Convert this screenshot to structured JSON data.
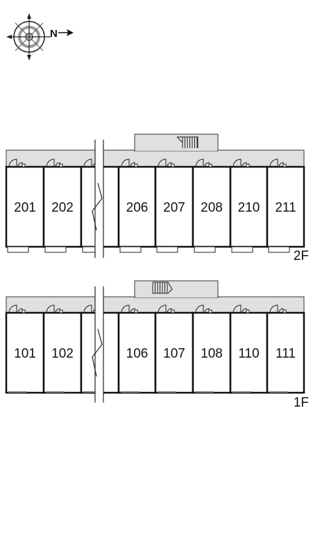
{
  "compass": {
    "north_label": "N",
    "icon": "compass-rose-icon"
  },
  "floors": [
    {
      "label": "2F",
      "units": [
        "201",
        "202",
        "206",
        "207",
        "208",
        "210",
        "211"
      ],
      "stair_icon": "stairs-icon"
    },
    {
      "label": "1F",
      "units": [
        "101",
        "102",
        "106",
        "107",
        "108",
        "110",
        "111"
      ],
      "stair_icon": "stairs-icon"
    }
  ],
  "colors": {
    "corridor": "#e0e0e0",
    "wall": "#111111",
    "background": "#ffffff"
  }
}
